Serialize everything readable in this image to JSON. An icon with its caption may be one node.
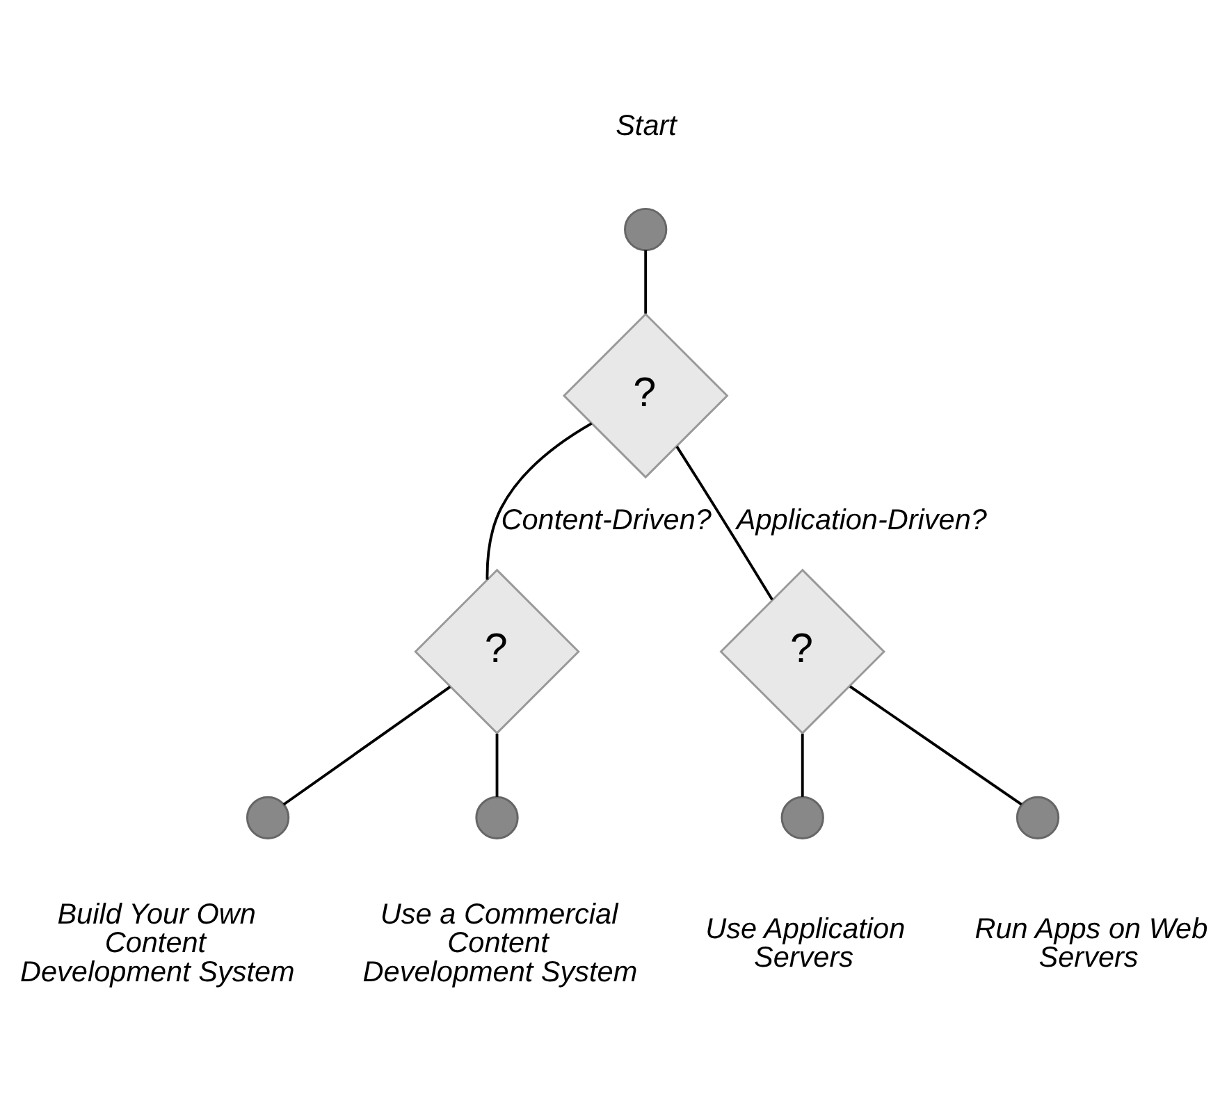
{
  "diagram": {
    "nodes": [
      {
        "text": [],
        "shape": "circle",
        "beside": [
          "Start"
        ]
      },
      {
        "text": [
          "?"
        ]
      },
      {
        "text": [
          "?"
        ]
      },
      {
        "text": [
          "?"
        ]
      },
      {
        "text": [],
        "shape": "circle",
        "beside": [
          "Build Your Own Content Development System"
        ]
      },
      {
        "text": [],
        "shape": "circle",
        "beside": [
          "Use a Commercial Content Development System"
        ]
      },
      {
        "text": [],
        "shape": "circle",
        "beside": [
          "Use Application Servers"
        ]
      },
      {
        "text": [],
        "shape": "circle",
        "beside": [
          "Run Apps on Web Servers"
        ]
      }
    ],
    "edges": [
      {
        "from": 0,
        "to": 1,
        "arrow": "none"
      },
      {
        "from": 1,
        "to": 2,
        "arrow": "none",
        "label": "Content-Driven?"
      },
      {
        "from": 1,
        "to": 3,
        "arrow": "none",
        "label": "Application-Driven?"
      },
      {
        "from": 2,
        "to": 4,
        "arrow": "none"
      },
      {
        "from": 2,
        "to": 5,
        "arrow": "none"
      },
      {
        "from": 3,
        "to": 6,
        "arrow": "none"
      },
      {
        "from": 3,
        "to": 7,
        "arrow": "none"
      }
    ]
  }
}
